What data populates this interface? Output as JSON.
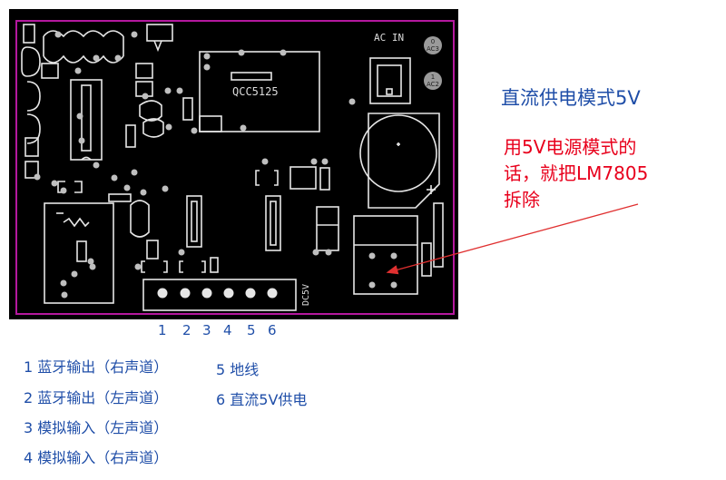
{
  "board": {
    "ac_in_label": "AC IN",
    "ac3_label": "AC3",
    "ac2_label": "AC2",
    "ac3_pad": "0",
    "ac2_pad": "1",
    "chip_label": "QCC5125",
    "dc_label": "DC5V"
  },
  "pin_numbers": [
    "1",
    "2",
    "3",
    "4",
    "5",
    "6"
  ],
  "title": "直流供电模式5V",
  "note": {
    "line1": "用5V电源模式的",
    "line2": "话，就把LM7805",
    "line3": "拆除"
  },
  "legend": {
    "item1": "1 蓝牙输出（右声道）",
    "item2": "2 蓝牙输出（左声道）",
    "item3": "3 模拟输入（左声道）",
    "item4": "4 模拟输入（右声道）",
    "item5": "5 地线",
    "item6": "6 直流5V供电"
  },
  "colors": {
    "board_bg": "#000000",
    "silkscreen": "#e6e6e6",
    "outline": "#b4189e",
    "title": "#1f4ea8",
    "note": "#e8001c",
    "arrow": "#e03030"
  }
}
